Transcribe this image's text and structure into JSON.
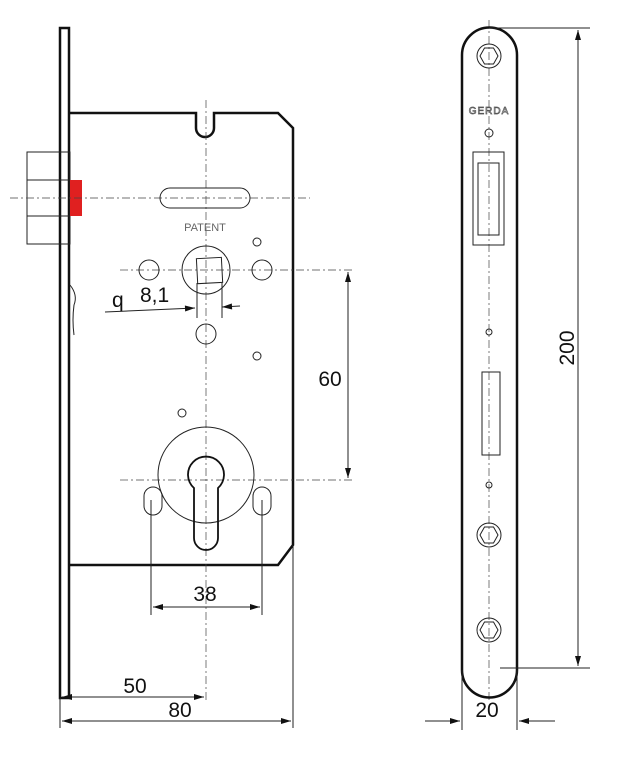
{
  "drawing": {
    "brand": "GERDA",
    "stamp": "PATENT",
    "latch_color": "#e02020",
    "dimensions": {
      "spindle": "8,1",
      "spindle_symbol": "q",
      "center_distance": "60",
      "cylinder_width": "38",
      "backset": "50",
      "body_depth": "80",
      "faceplate_height": "200",
      "faceplate_width": "20"
    }
  }
}
